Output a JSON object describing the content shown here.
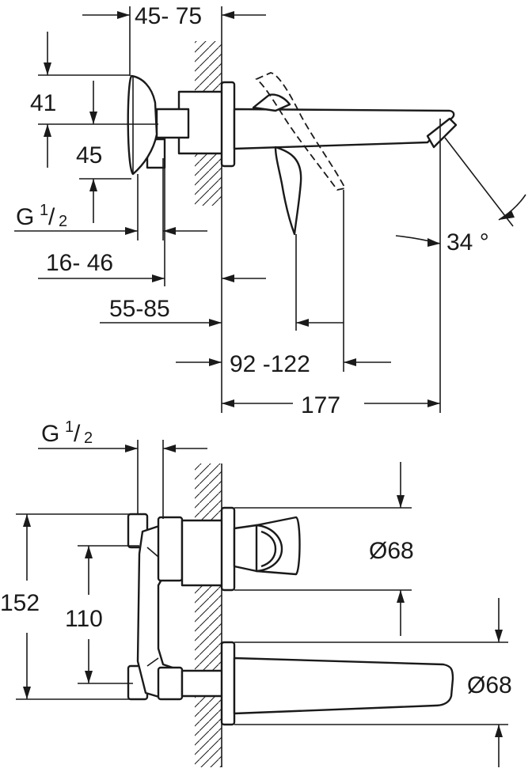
{
  "side_view": {
    "dim_wall_offset": "45- 75",
    "dim_handle_upper": "41",
    "dim_handle_lower": "45",
    "dim_thread_prefix": "G",
    "dim_thread_num": "1",
    "dim_thread_den": "2",
    "dim_body_depth": "16- 46",
    "dim_wall_depth": "55-85",
    "dim_lever_reach": "92 -122",
    "dim_spout_reach": "177",
    "dim_angle": "34 °"
  },
  "front_view": {
    "dim_thread_prefix": "G",
    "dim_thread_num": "1",
    "dim_thread_den": "2",
    "dim_total_height": "152",
    "dim_axis_distance": "110",
    "dim_rosette_handle": "Ø68",
    "dim_rosette_spout": "Ø68"
  }
}
